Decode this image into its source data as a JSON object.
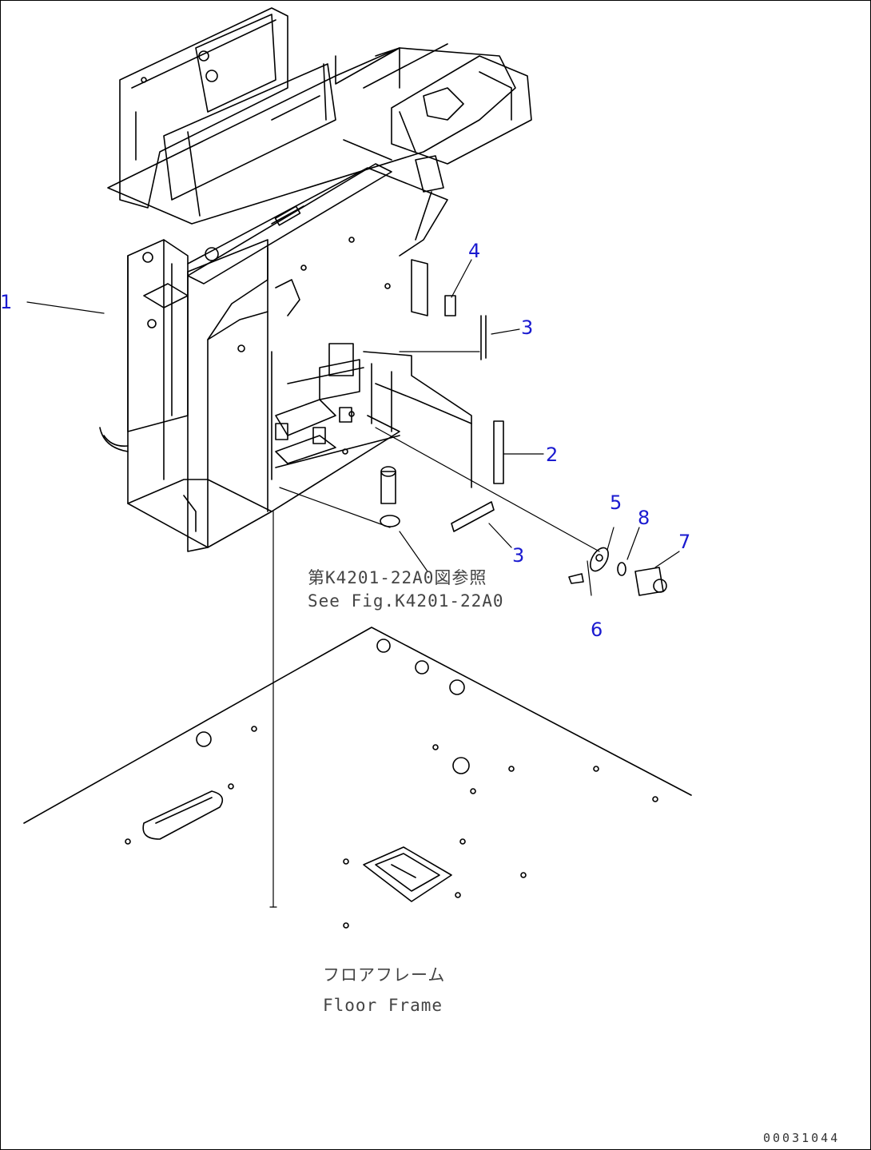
{
  "callouts": {
    "c1": "1",
    "c2": "2",
    "c3a": "3",
    "c3b": "3",
    "c4": "4",
    "c5": "5",
    "c6": "6",
    "c7": "7",
    "c8": "8"
  },
  "notes": {
    "ref_ja": "第K4201-22A0図参照",
    "ref_en": "See Fig.K4201-22A0",
    "floor_ja": "フロアフレーム",
    "floor_en": "Floor Frame"
  },
  "drawing_code": "00031044",
  "colors": {
    "line": "#000000",
    "callout": "#1a1ad0",
    "background": "#ffffff"
  }
}
